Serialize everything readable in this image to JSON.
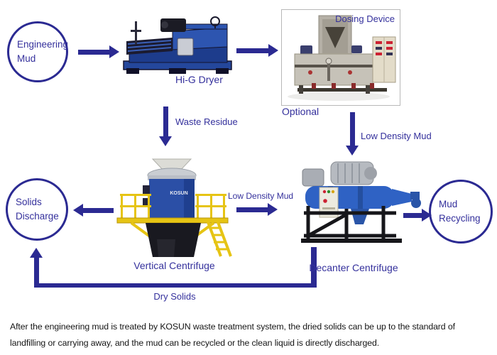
{
  "colors": {
    "navy": "#2b2a92",
    "label_blue": "#34309c",
    "machine_blue": "#2b50a8",
    "platform_yellow": "#e6c414",
    "text_black": "#151515",
    "background": "#ffffff"
  },
  "nodes": {
    "engineering_mud": "Engineering Mud",
    "solids_discharge": "Solids Discharge",
    "mud_recycling": "Mud Recycling"
  },
  "labels": {
    "hi_g_dryer": "Hi-G Dryer",
    "dosing_device": "Dosing Device",
    "optional": "Optional",
    "waste_residue": "Waste Residue",
    "low_density_mud_right": "Low Density Mud",
    "low_density_mud_mid": "Low Density Mud",
    "vertical_centrifuge": "Vertical Centrifuge",
    "decanter_centrifuge": "Decanter Centrifuge",
    "dry_solids": "Dry Solids"
  },
  "machine_text": {
    "kosun_brand": "KOSUN"
  },
  "footer": {
    "text": "After the engineering mud is treated by KOSUN waste treatment system, the dried solids can be up to the standard of landfilling or carrying away, and the mud can be recycled or the clean liquid is directly discharged."
  }
}
